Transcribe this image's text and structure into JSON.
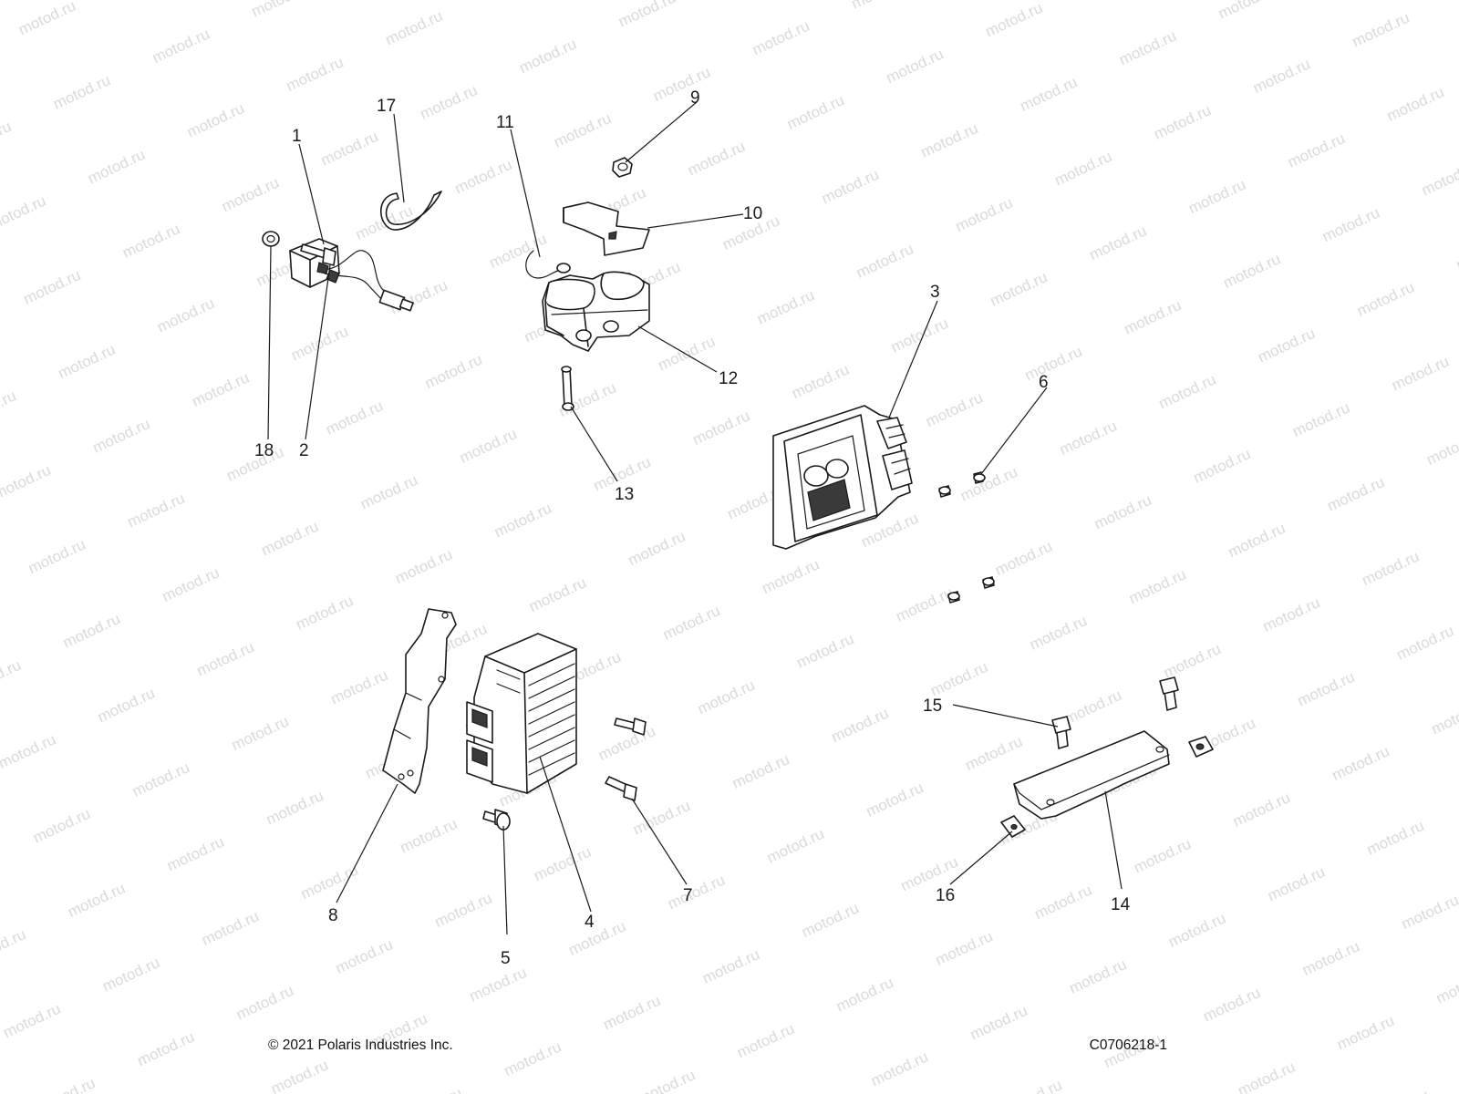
{
  "callouts": {
    "c1": "1",
    "c2": "2",
    "c3": "3",
    "c4": "4",
    "c5": "5",
    "c6": "6",
    "c7": "7",
    "c8": "8",
    "c9": "9",
    "c10": "10",
    "c11": "11",
    "c12": "12",
    "c13": "13",
    "c14": "14",
    "c15": "15",
    "c16": "16",
    "c17": "17",
    "c18": "18"
  },
  "footer": {
    "copyright": "© 2021 Polaris Industries Inc.",
    "diagram_id": "C0706218-1"
  },
  "watermark": "motod.ru"
}
